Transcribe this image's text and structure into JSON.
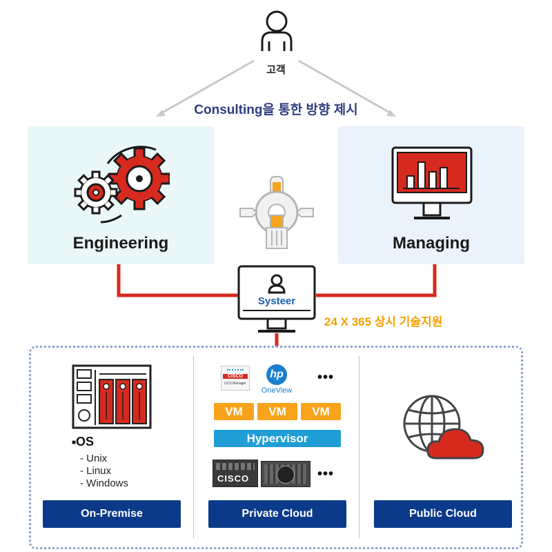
{
  "customer": {
    "label": "고객"
  },
  "consulting": {
    "text": "Consulting을 통한 방향 제시"
  },
  "engineering": {
    "label": "Engineering"
  },
  "managing": {
    "label": "Managing"
  },
  "center": {
    "brand": "Systeer"
  },
  "support": {
    "text": "24 X 365 상시 기술지원"
  },
  "on_premise": {
    "os_title": "OS",
    "os_items": [
      "- Unix",
      "- Linux",
      "- Windows"
    ],
    "button": "On-Premise"
  },
  "private_cloud": {
    "cisco_logo_text": "CISCO",
    "cisco_logo_sub": "UCS Manager",
    "hp_logo_text": "hp",
    "oneview_label": "OneView",
    "more": "•••",
    "vms": [
      "VM",
      "VM",
      "VM"
    ],
    "hypervisor": "Hypervisor",
    "server_brand": "CISCO",
    "button": "Private Cloud"
  },
  "public_cloud": {
    "button": "Public Cloud"
  },
  "colors": {
    "accent_red": "#d62a1f",
    "navy": "#0b3a8a",
    "orange": "#f7a31c",
    "blue": "#1f9ed6"
  }
}
